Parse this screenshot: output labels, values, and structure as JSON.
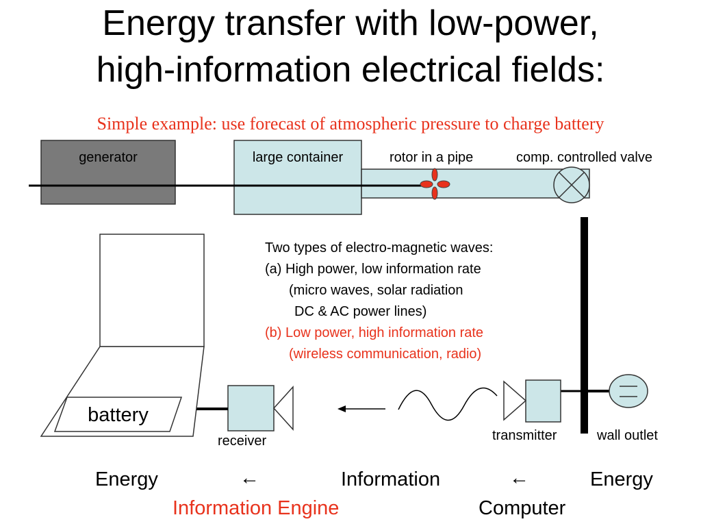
{
  "title": {
    "line1": "Energy transfer with low-power,",
    "line2": "high-information electrical fields:"
  },
  "subtitle": "Simple example: use forecast of atmospheric pressure to charge battery",
  "labels": {
    "generator": "generator",
    "container": "large container",
    "rotor": "rotor in a pipe",
    "valve": "comp. controlled valve",
    "battery": "battery",
    "receiver": "receiver",
    "transmitter": "transmitter",
    "wall_outlet": "wall outlet"
  },
  "info": {
    "heading": "Two types of electro-magnetic waves:",
    "a_line1": "(a) High power, low information rate",
    "a_line2": "(micro waves, solar radiation",
    "a_line3": "DC & AC power lines)",
    "b_line1": "(b) Low power, high information rate",
    "b_line2": "(wireless communication, radio)"
  },
  "flow": {
    "energy_left": "Energy",
    "arrow_left": "←",
    "information": "Information",
    "arrow_right": "←",
    "energy_right": "Energy",
    "engine": "Information Engine",
    "computer": "Computer"
  },
  "colors": {
    "accent_red": "#e8321c",
    "light_blue": "#cce6e8",
    "generator_gray": "#7a7a7a"
  }
}
